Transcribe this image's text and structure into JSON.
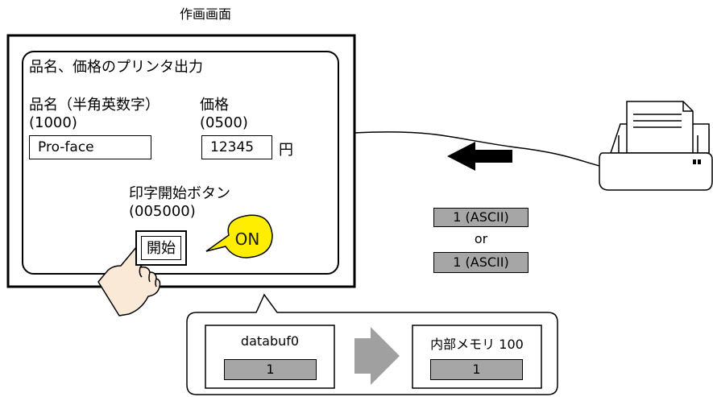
{
  "screen_caption": "作画画面",
  "panel": {
    "title": "品名、価格のプリンタ出力",
    "name_label": "品名（半角英数字）",
    "name_address": "(1000)",
    "name_value": "Pro-face",
    "price_label": "価格",
    "price_address": "(0500)",
    "price_value": "12345",
    "price_unit": "円",
    "button_caption": "印字開始ボタン",
    "button_address": "(005000)",
    "button_label": "開始",
    "on_label": "ON"
  },
  "transfer": {
    "value_top": "1 (ASCII)",
    "or_label": "or",
    "value_bottom": "1 (ASCII)"
  },
  "memory": {
    "source_title": "databuf0",
    "source_value": "1",
    "dest_title": "内部メモリ 100",
    "dest_value": "1"
  },
  "colors": {
    "on_badge": "#ffee00",
    "data_box": "#a6a6a6",
    "arrow_grey": "#a0a0a0"
  }
}
